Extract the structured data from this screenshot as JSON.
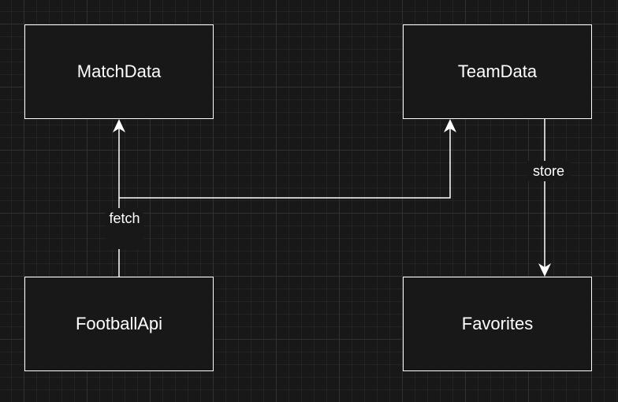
{
  "diagram": {
    "nodes": {
      "match_data": "MatchData",
      "team_data": "TeamData",
      "football_api": "FootballApi",
      "favorites": "Favorites"
    },
    "edges": {
      "fetch_label": "fetch",
      "store_label": "store"
    }
  },
  "colors": {
    "background": "#181818",
    "grid": "#303030",
    "stroke": "#ffffff",
    "text": "#ffffff"
  }
}
